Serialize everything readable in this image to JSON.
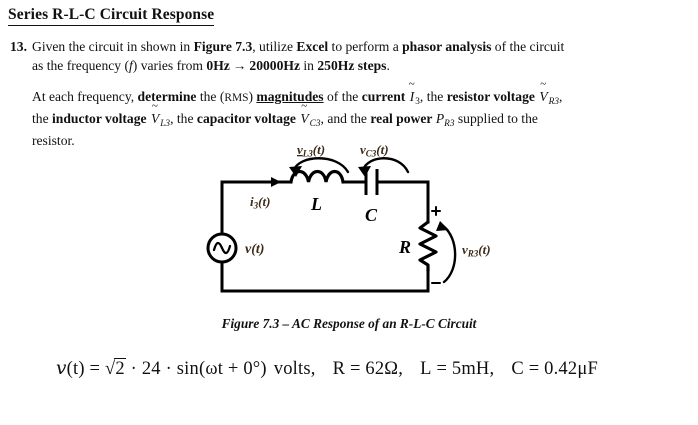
{
  "document": {
    "title": "Series R-L-C Circuit Response"
  },
  "problem": {
    "number": "13.",
    "paragraph1": {
      "s1": "Given the circuit in shown in ",
      "figure_ref": "Figure 7.3",
      "s2": ", utilize ",
      "excel": "Excel",
      "s3": " to perform a ",
      "phasor_analysis": "phasor analysis",
      "s4": " of the circuit",
      "line2_s1": "as the frequency (",
      "line2_f": "f",
      "line2_s2": ") varies from ",
      "freq_start": "0Hz",
      "arrow": "→",
      "freq_end": "20000Hz",
      "line2_s3": " in ",
      "freq_step": "250Hz steps",
      "period": "."
    },
    "paragraph2": {
      "s1": "At each frequency, ",
      "determine": "determine",
      "s2": " the (",
      "rms": "RMS",
      "s3": ") ",
      "magnitudes": "magnitudes",
      "s4": " of the ",
      "current_label": "current",
      "current_sym": "I",
      "current_sub": "3",
      "s5": ", the ",
      "resistor_voltage_label": "resistor voltage",
      "vr3_sym": "V",
      "vr3_sub": "R3",
      "s6": ",",
      "line2_s1": "the ",
      "inductor_voltage_label": "inductor voltage",
      "vl3_sym": "V",
      "vl3_sub": "L3",
      "line2_s2": ", the ",
      "capacitor_voltage_label": "capacitor voltage",
      "vc3_sym": "V",
      "vc3_sub": "C3",
      "line2_s3": ", and the ",
      "real_power_label": "real power",
      "pr3_sym": "P",
      "pr3_sub": "R3",
      "line2_s4": " supplied to the",
      "line3": "resistor."
    }
  },
  "circuit": {
    "labels": {
      "v_l3": "v",
      "v_l3_sub": "L3",
      "v_l3_t": "(t)",
      "v_c3": "v",
      "v_c3_sub": "C3",
      "v_c3_t": "(t)",
      "i3": "i",
      "i3_sub": "3",
      "i3_t": "(t)",
      "inductor": "L",
      "capacitor": "C",
      "resistor": "R",
      "source": "v(t)",
      "v_r3": "v",
      "v_r3_sub": "R3",
      "v_r3_t": "(t)",
      "plus": "+",
      "minus": "-"
    },
    "colors": {
      "wire": "#000000",
      "label_accent": "#3b2a18"
    }
  },
  "figure_caption": {
    "text": "Figure 7.3 – AC Response of an R-L-C Circuit"
  },
  "equation": {
    "v_symbol": "v",
    "of_t": "(t)",
    "equals": " = ",
    "sqrt_sign": "√",
    "radicand": "2",
    "dot1": " · ",
    "amplitude": "24",
    "dot2": " · ",
    "sin_open": "sin(",
    "omega": "ω",
    "t_var": "t",
    "plus_phase": " + 0°)",
    "units": "volts,",
    "r_label": "R",
    "r_value": "= 62Ω,",
    "l_label": "L",
    "l_value": "= 5mH,",
    "c_label": "C",
    "c_value": "= 0.42μF"
  }
}
